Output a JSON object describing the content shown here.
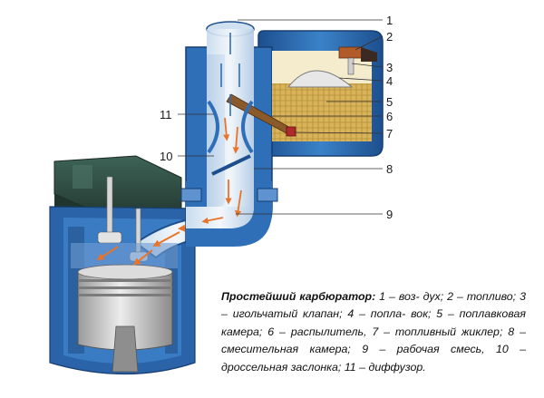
{
  "callouts": [
    {
      "id": "1",
      "label": "1"
    },
    {
      "id": "2",
      "label": "2"
    },
    {
      "id": "3",
      "label": "3"
    },
    {
      "id": "4",
      "label": "4"
    },
    {
      "id": "5",
      "label": "5"
    },
    {
      "id": "6",
      "label": "6"
    },
    {
      "id": "7",
      "label": "7"
    },
    {
      "id": "8",
      "label": "8"
    },
    {
      "id": "9",
      "label": "9"
    },
    {
      "id": "10",
      "label": "10"
    },
    {
      "id": "11",
      "label": "11"
    }
  ],
  "caption": {
    "title": "Простейший карбюратор:",
    "lines": [
      "1 – воз-",
      "дух; 2 – топливо; 3 – игольчатый клапан; 4 – попла-",
      "вок; 5 – поплавковая камера; 6 – распылитель,",
      "7 – топливный жиклер; 8 – смесительная камера;",
      "9 – рабочая смесь, 10 – дроссельная заслонка;",
      "11 – диффузор."
    ]
  },
  "colors": {
    "body_blue": "#2e6fb8",
    "body_blue_dark": "#1d4f8e",
    "body_light": "#a9cfee",
    "channel": "#e4eef8",
    "fuel": "#d9b75a",
    "engine_dark": "#2d4a40",
    "piston": "#c9c9c9",
    "arrow": "#e8742a"
  }
}
